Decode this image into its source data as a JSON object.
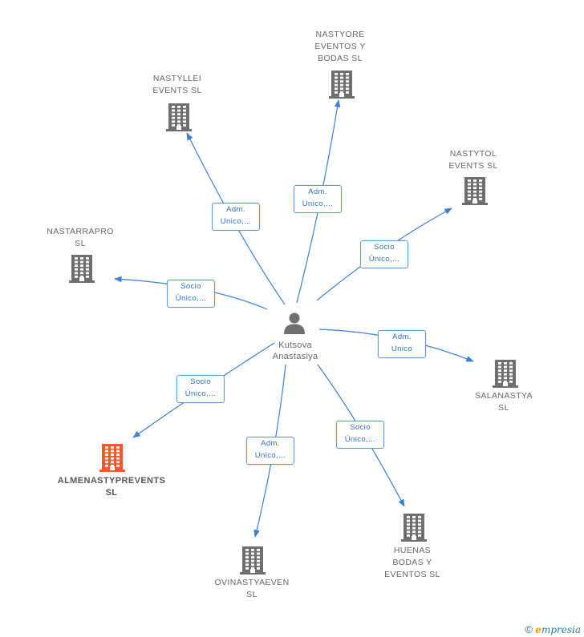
{
  "center": {
    "name": "Kutsova\nAnastasiya"
  },
  "companies": [
    {
      "id": "nastyore",
      "name": "NASTYORE\nEVENTOS Y\nBODAS  SL",
      "highlight": false
    },
    {
      "id": "nastyllei",
      "name": "NASTYLLEI\nEVENTS  SL",
      "highlight": false
    },
    {
      "id": "nastytol",
      "name": "NASTYTOL\nEVENTS  SL",
      "highlight": false
    },
    {
      "id": "nastarrapro",
      "name": "NASTARRAPRO\nSL",
      "highlight": false
    },
    {
      "id": "salanastya",
      "name": "SALANASTYA\nSL",
      "highlight": false
    },
    {
      "id": "almenastyprevents",
      "name": "ALMENASTYPREVENTS\nSL",
      "highlight": true
    },
    {
      "id": "huenas",
      "name": "HUENAS\nBODAS Y\nEVENTOS  SL",
      "highlight": false
    },
    {
      "id": "ovinastyaeven",
      "name": "OVINASTYAEVEN\nSL",
      "highlight": false
    }
  ],
  "edges": [
    {
      "to": "nastyllei",
      "label": "Adm.\nUnico,..."
    },
    {
      "to": "nastyore",
      "label": "Adm.\nUnico,..."
    },
    {
      "to": "nastytol",
      "label": "Socio\nÚnico,..."
    },
    {
      "to": "nastarrapro",
      "label": "Socio\nÚnico,..."
    },
    {
      "to": "salanastya",
      "label": "Adm.\nUnico"
    },
    {
      "to": "almenastyprevents",
      "label": "Socio\nÚnico,..."
    },
    {
      "to": "ovinastyaeven",
      "label": "Adm.\nUnico,..."
    },
    {
      "to": "huenas",
      "label": "Socio\nÚnico,..."
    }
  ],
  "colors": {
    "edge": "#3b7fd6",
    "building": "#6f6f6f",
    "building_highlight": "#f05a28",
    "person": "#6f6f6f"
  },
  "icons": {
    "company": "building-icon",
    "person": "person-icon"
  },
  "footer": {
    "copyright": "©",
    "brand_first": "e",
    "brand_rest": "mpresia"
  }
}
